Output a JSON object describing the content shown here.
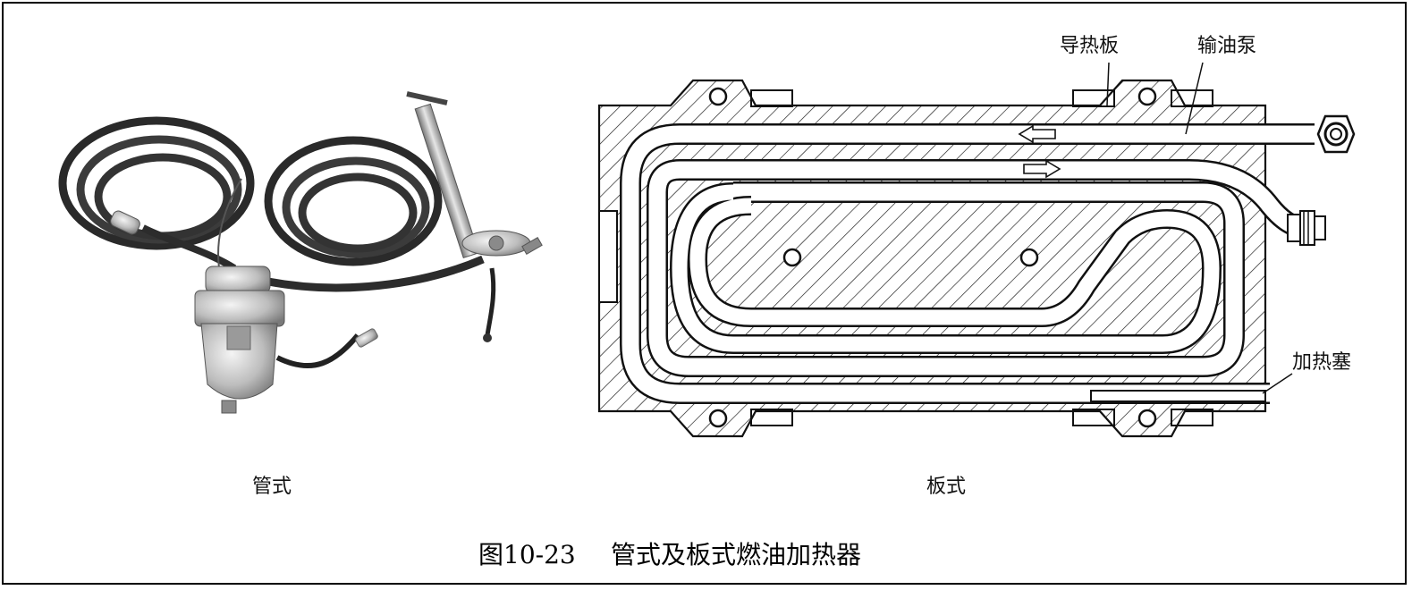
{
  "left_caption": "管式",
  "right_caption": "板式",
  "labels": {
    "guide_plate": "导热板",
    "oil_pump": "输油泵",
    "heater_plug": "加热塞"
  },
  "figure_caption": {
    "number": "图10-23",
    "title": "管式及板式燃油加热器"
  }
}
